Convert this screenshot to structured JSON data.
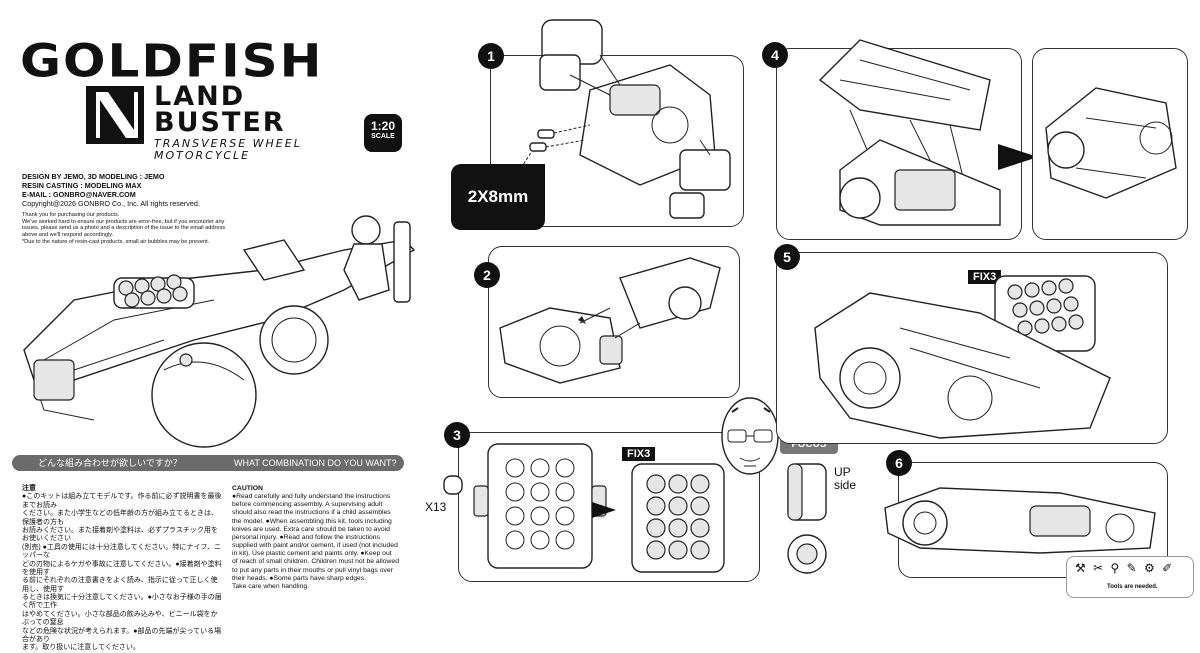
{
  "brand": {
    "logo": "GOLDFISH",
    "model_line1": "LAND",
    "model_line2": "BUSTER",
    "subtitle_line1": "TRANSVERSE WHEEL",
    "subtitle_line2": "MOTORCYCLE",
    "scale_value": "1:20",
    "scale_label": "SCALE"
  },
  "credits": {
    "line1": "DESIGN BY JEMO, 3D MODELING : JEMO",
    "line2": "RESIN CASTING : MODELING MAX",
    "line3": "E-MAIL : GONBRO@NAVER.COM",
    "line4": "Copyright@2026 GONBRO Co., Inc. All rights reserved."
  },
  "notice": {
    "line1": "Thank you for purchasing our products.",
    "line2": "We've worked hard to ensure our products are error-free, but if you encounter any",
    "line3": "issues, please send us a photo and a description of the issue to the email address",
    "line4": "above and we'll respond accordingly.",
    "line5": "*Due to the nature of resin-cast products, small air bubbles may be present."
  },
  "banner": {
    "jp": "どんな組み合わせが欲しいですか？",
    "en": "WHAT COMBINATION DO YOU WANT?"
  },
  "caution_jp": {
    "title": "注意",
    "line1": "●このキットは組み立てモデルです。作る前に必ず説明書を最後までお読み",
    "line2": "ください。また小学生などの低年齢の方が組み立てるときは、保護者の方も",
    "line3": "お読みください。また接着剤や塗料は、必ずプラスチック用をお使いください",
    "line4": "(別売) ●工具の使用には十分注意してください。特にナイフ、ニッパーな",
    "line5": "どの刃物によるケガや事故に注意してください。●接着剤や塗料を使用す",
    "line6": "る前にそれぞれの注意書きをよく読み、指示に従って正しく使用し、使用す",
    "line7": "るときは換気に十分注意してください。●小さなお子様の手の届く所で工作",
    "line8": "はやめてください。小さな部品の飲み込みや、ビニール袋をかぶっての窒息",
    "line9": "などの危険な状況が考えられます。●部品の先端が尖っている場合があり",
    "line10": "ます。取り扱いに注意してください。"
  },
  "caution_en": {
    "title": "CAUTION",
    "line1": "●Read carefully and fully understand the instructions",
    "line2": "before commencing assembly. A supervising adult",
    "line3": "should also read the instructions if a child assembles",
    "line4": "the model. ●When assembling this kit, tools including",
    "line5": "knives are used. Extra care should be taken to avoid",
    "line6": "personal injury. ●Read and follow the instructions",
    "line7": "supplied with paint and/or cement, if used (not included",
    "line8": "in kit). Use plastic cement and paints only. ●Keep out",
    "line9": "of reach of small children. Children must not be allowed",
    "line10": "to put any parts in their mouths or pull vinyl bags over",
    "line11": "their heads. ●Some parts have sharp edges.",
    "line12": "Take care when handling."
  },
  "steps": {
    "s1": "1",
    "s2": "2",
    "s3": "3",
    "s4": "4",
    "s5": "5",
    "s6": "6",
    "pin_label": "2X8mm",
    "fix_label_5": "FIX3",
    "fix_label_3": "FIX3",
    "qty_label": "X13",
    "focus_label": "FOCUS",
    "up_label_1": "UP",
    "up_label_2": "side"
  },
  "tools": {
    "icons": "⚒ ✂ ⚲ ✎ ⚙ ✐",
    "note": "Tools are needed."
  }
}
